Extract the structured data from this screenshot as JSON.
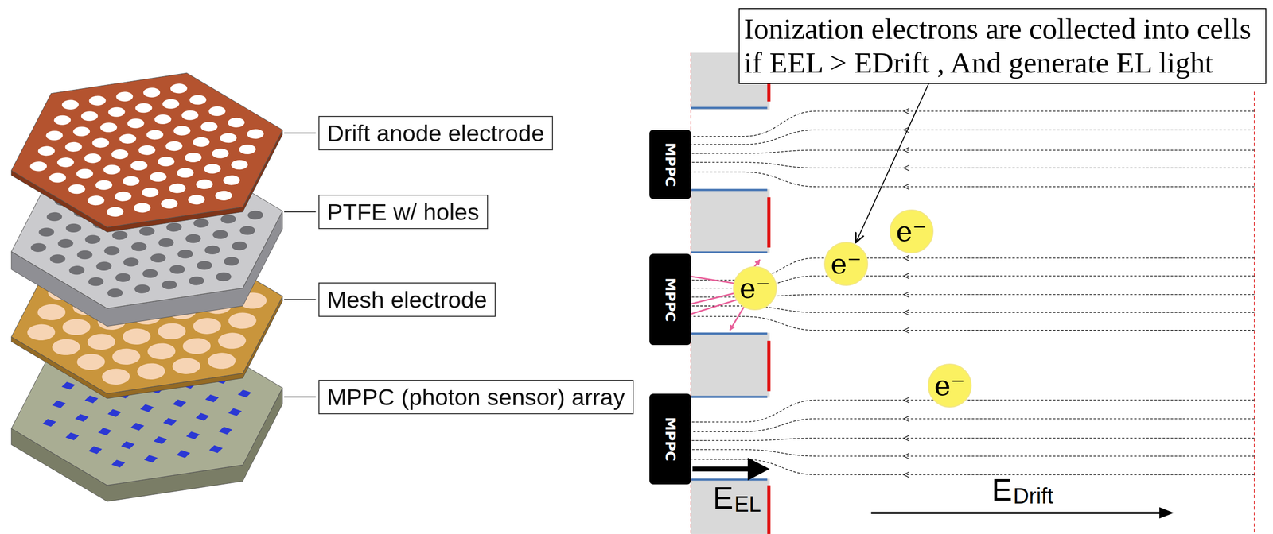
{
  "diagram": {
    "nodes": [
      {
        "text": [
          "Drift anode electrode"
        ]
      },
      {
        "text": [
          "PTFE w/ holes"
        ]
      },
      {
        "text": [
          "Mesh electrode"
        ]
      },
      {
        "text": [
          "MPPC (photon sensor) array"
        ]
      },
      {
        "text": [
          "Ionization electrons are collected into cells if EEL > EDrift , And generate EL light"
        ]
      },
      {
        "text": [
          "MPPC"
        ]
      },
      {
        "text": [
          "e⁻"
        ]
      },
      {
        "text": [
          "e⁻"
        ]
      },
      {
        "text": [
          "MPPC"
        ]
      },
      {
        "text": [
          "e⁻"
        ]
      },
      {
        "text": [
          "e⁻"
        ]
      },
      {
        "text": [
          "MPPC"
        ]
      }
    ],
    "edges": [
      {
        "from": 4,
        "to": 7,
        "arrow": "to"
      }
    ],
    "labels": [
      "E",
      "EL",
      "E",
      "Drift"
    ]
  }
}
